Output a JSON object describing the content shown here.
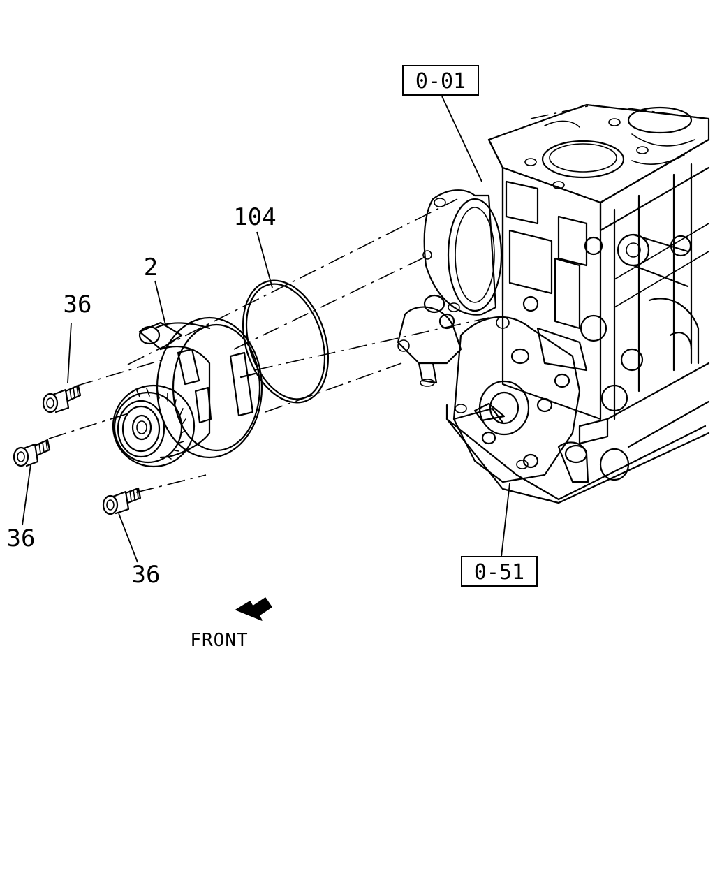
{
  "callouts": {
    "ref_block": "0-01",
    "ref_cover": "0-51",
    "water_pump": "2",
    "gasket": "104",
    "bolt_top": "36",
    "bolt_middle": "36",
    "bolt_bottom": "36"
  },
  "direction": {
    "label": "FRONT"
  }
}
